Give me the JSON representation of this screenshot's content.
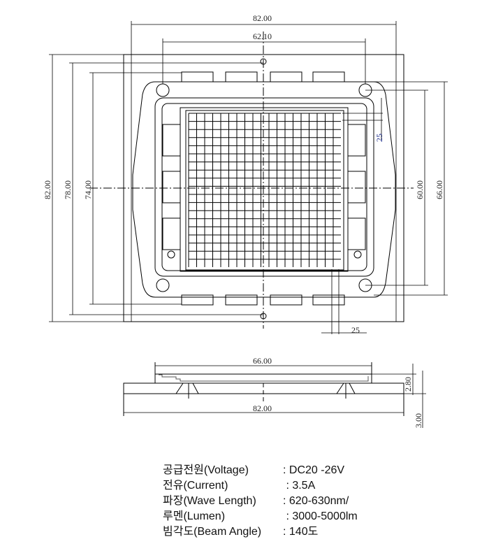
{
  "top_view": {
    "dims": {
      "overall_width": "82.00",
      "hole_spacing_x": "62.10",
      "overall_height": "82.00",
      "height_78": "78.00",
      "height_74": "74.00",
      "hole_spacing_y": "60.00",
      "height_66": "66.00",
      "gap_right": "25",
      "gap_bottom": "25"
    }
  },
  "side_view": {
    "dims": {
      "top_width": "66.00",
      "base_width": "82.00",
      "top_thickness": "2.80",
      "base_thickness": "3.00"
    }
  },
  "specs": [
    {
      "label": "공급전원(Voltage)",
      "value": ": DC20 -26V"
    },
    {
      "label": "전유(Current)",
      "value": " : 3.5A"
    },
    {
      "label": "파장(Wave Length)",
      "value": ": 620-630nm/"
    },
    {
      "label": "루멘(Lumen)",
      "value": " : 3000-5000lm"
    },
    {
      "label": "빔각도(Beam Angle)",
      "value": ": 140도"
    }
  ]
}
